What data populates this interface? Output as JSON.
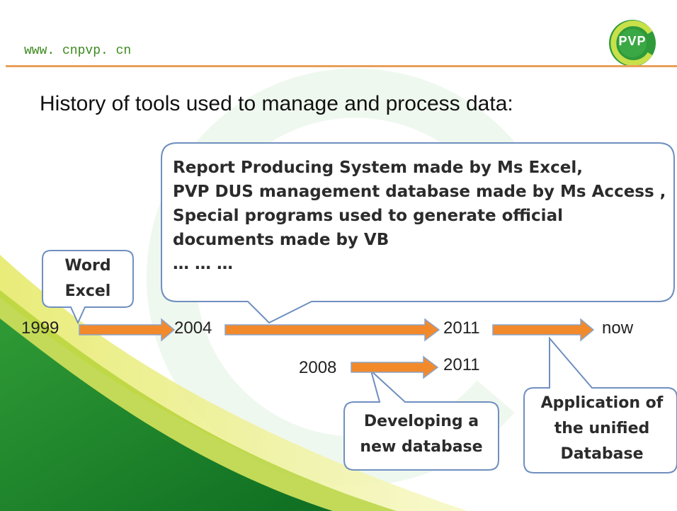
{
  "header": {
    "url": "www. cnpvp. cn",
    "logo_text": "PVP"
  },
  "title": "History of tools used to manage and process data:",
  "callouts": {
    "tools_2004": {
      "lines": [
        "Report Producing System made by Ms Excel,",
        "PVP DUS management database made by Ms Access ,",
        "Special programs used to generate official",
        "documents made by VB",
        "… … …"
      ]
    },
    "tools_1999": {
      "lines": [
        "Word",
        "Excel"
      ]
    },
    "developing": {
      "lines": [
        "Developing a",
        "new database"
      ]
    },
    "application": {
      "lines": [
        "Application of",
        "the unified",
        "Database"
      ]
    }
  },
  "timeline": {
    "y1999": "1999",
    "y2004": "2004",
    "y2011_top": "2011",
    "now": "now",
    "y2008": "2008",
    "y2011_bottom": "2011"
  },
  "colors": {
    "arrow": "#f28a2c",
    "arrow_outline": "#8aa4c8",
    "bubble_border": "#6f8fbf",
    "rule": "#e8a05a",
    "green_dark": "#1e8a2a",
    "green_light": "#c6dc3c"
  }
}
